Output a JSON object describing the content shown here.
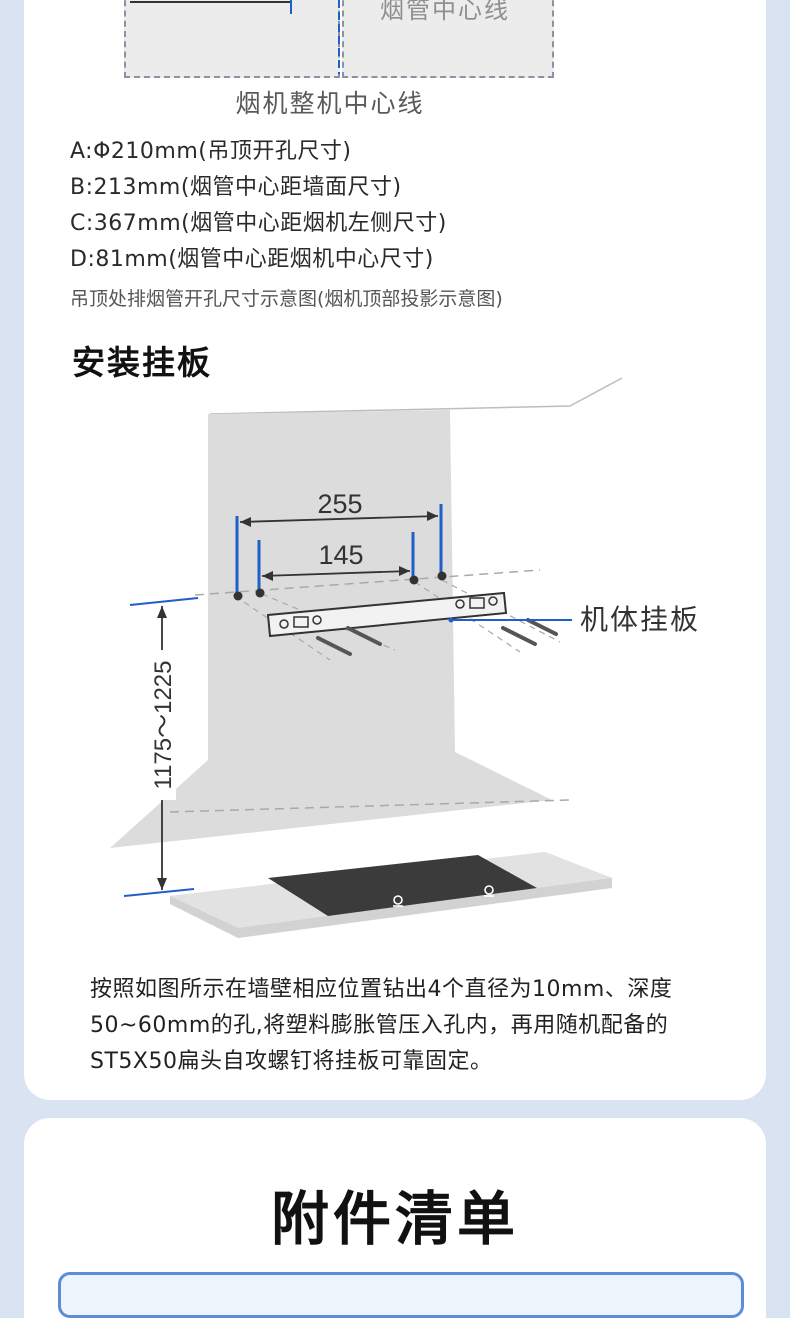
{
  "diagram_top": {
    "flue_center_label": "烟管中心线",
    "machine_center_label": "烟机整机中心线"
  },
  "specs": [
    "A:Φ210mm(吊顶开孔尺寸)",
    "B:213mm(烟管中心距墙面尺寸)",
    "C:367mm(烟管中心距烟机左侧尺寸)",
    "D:81mm(烟管中心距烟机中心尺寸)"
  ],
  "spec_caption": "吊顶处排烟管开孔尺寸示意图(烟机顶部投影示意图)",
  "install_section": {
    "title": "安装挂板",
    "dim_outer": "255",
    "dim_inner": "145",
    "dim_height": "1175～1225",
    "bracket_label": "机体挂板",
    "description": [
      "按照如图所示在墙壁相应位置钻出4个直径为10mm、深度",
      "50~60mm的孔,将塑料膨胀管压入孔内，再用随机配备的",
      "ST5X50扁头自攻螺钉将挂板可靠固定。"
    ]
  },
  "accessories": {
    "title": "附件清单"
  },
  "colors": {
    "background": "#d9e3f1",
    "card": "#ffffff",
    "accent_blue": "#1f5fc8",
    "panel_border": "#5b8ed6"
  }
}
